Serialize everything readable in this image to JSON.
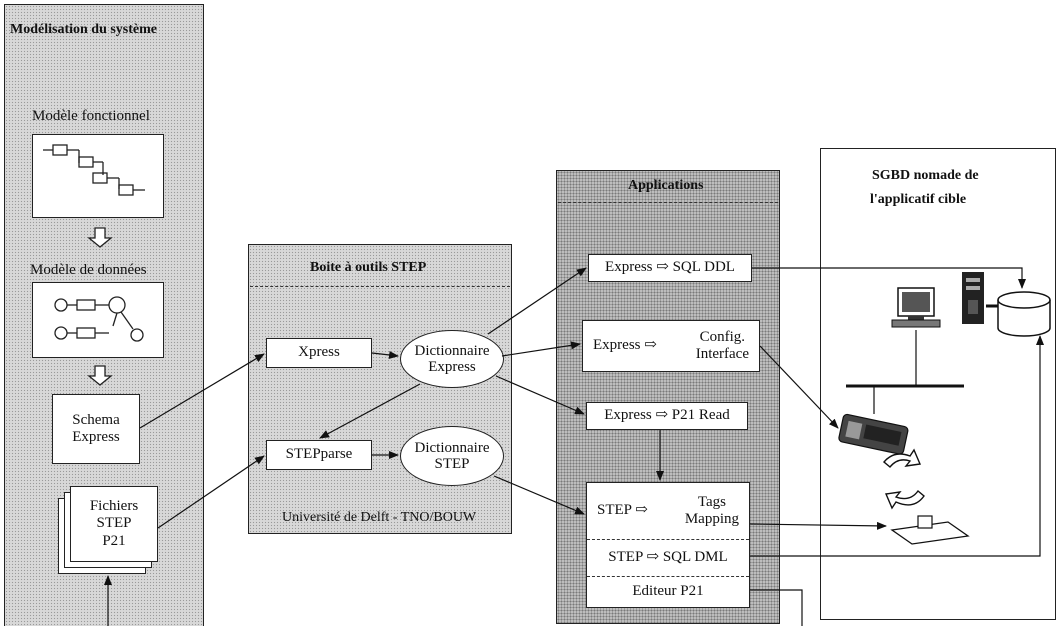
{
  "modelisation": {
    "title": "Modélisation du système",
    "modele_fonctionnel": "Modèle fonctionnel",
    "modele_donnees": "Modèle de données",
    "schema_line1": "Schema",
    "schema_line2": "Express",
    "fichiers_line1": "Fichiers",
    "fichiers_line2": "STEP",
    "fichiers_line3": "P21"
  },
  "toolbox": {
    "title": "Boite à outils STEP",
    "xpress": "Xpress",
    "stepparse": "STEPparse",
    "dict_express_line1": "Dictionnaire",
    "dict_express_line2": "Express",
    "dict_step_line1": "Dictionnaire",
    "dict_step_line2": "STEP",
    "footer": "Université de Delft - TNO/BOUW"
  },
  "applications": {
    "title": "Applications",
    "sql_ddl": "Express ⇨ SQL DDL",
    "config_left": "Express ⇨",
    "config_line1": "Config.",
    "config_line2": "Interface",
    "p21_read": "Express ⇨ P21 Read",
    "tags_left": "STEP ⇨",
    "tags_line1": "Tags",
    "tags_line2": "Mapping",
    "sql_dml": "STEP ⇨ SQL DML",
    "editeur": "Editeur P21"
  },
  "sgbd": {
    "title_line1": "SGBD nomade de",
    "title_line2": "l'applicatif cible"
  }
}
